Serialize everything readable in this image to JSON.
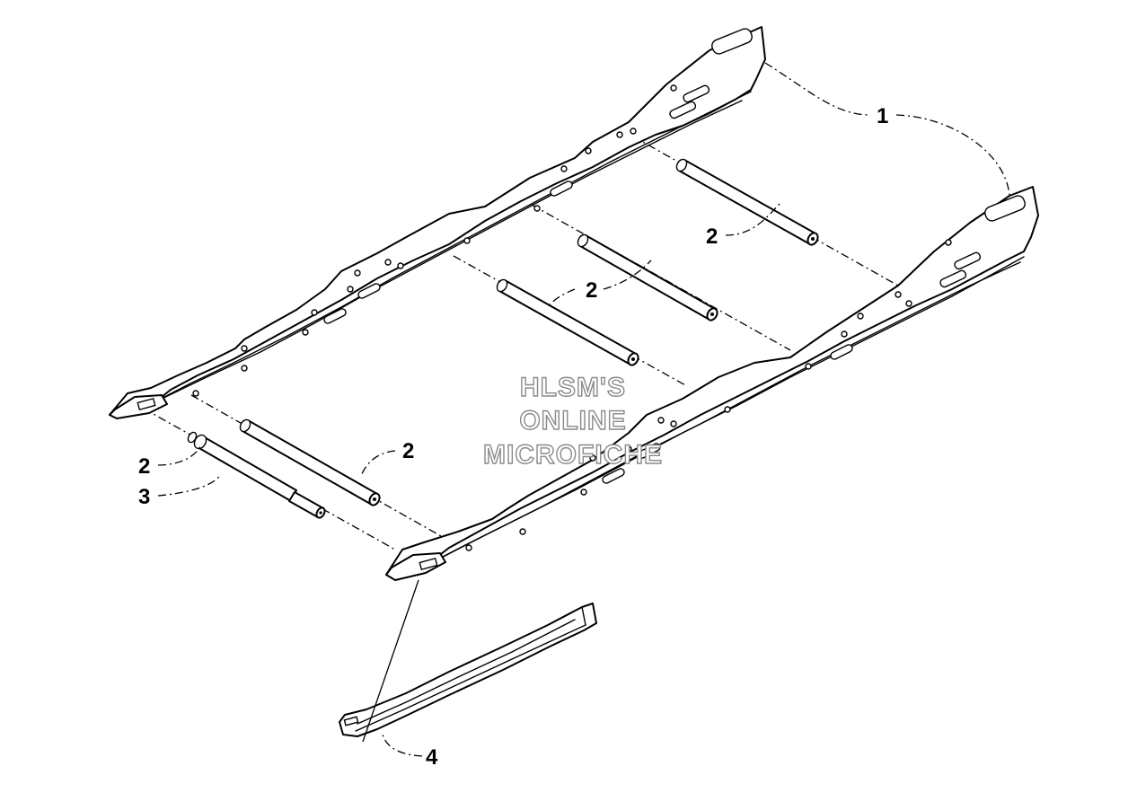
{
  "watermark": {
    "line1": "HLSM'S",
    "line2": "ONLINE",
    "line3": "MICROFICHE"
  },
  "callouts": {
    "c1": "1",
    "c2a": "2",
    "c2b": "2",
    "c2c": "2",
    "c2d": "2",
    "c3": "3",
    "c4": "4"
  }
}
